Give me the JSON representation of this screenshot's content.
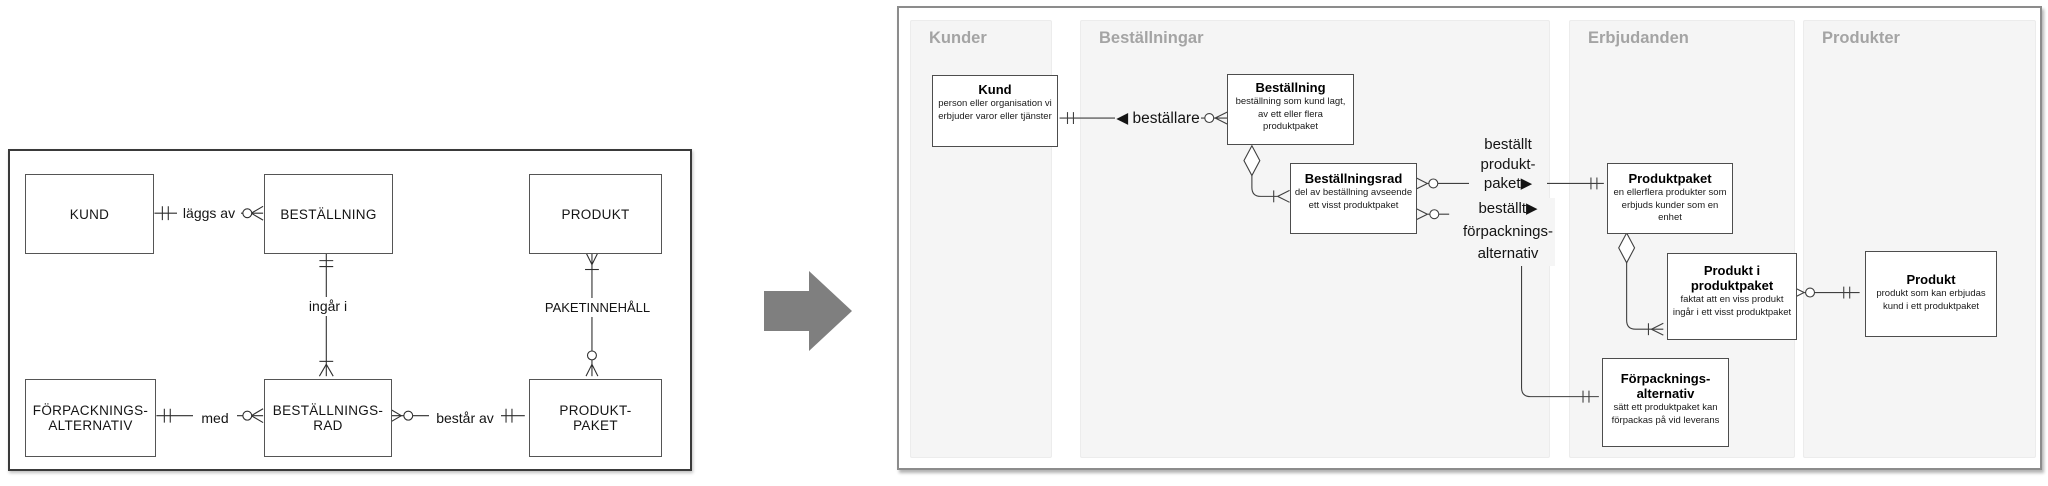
{
  "source_diagram": {
    "entities": [
      "KUND",
      "BESTÄLLNING",
      "PRODUKT",
      "FÖRPACKNINGS-\nALTERNATIV",
      "BESTÄLLNINGS-\nRAD",
      "PRODUKT-\nPAKET"
    ],
    "relations": {
      "laggs_av": "läggs av",
      "ingar_i": "ingår i",
      "paketinnehall": "PAKETINNEHÅLL",
      "med": "med",
      "bestar_av": "består av"
    }
  },
  "transform_arrow": {
    "direction": "right",
    "color": "#7f7f7f"
  },
  "target_diagram": {
    "lanes": [
      "Kunder",
      "Beställningar",
      "Erbjudanden",
      "Produkter"
    ],
    "entities": {
      "kund": {
        "title": "Kund",
        "description": "person eller organisation vi erbjuder varor eller tjänster"
      },
      "bestallning": {
        "title": "Beställning",
        "description": "beställning som kund lagt, av ett eller flera produktpaket"
      },
      "bestallningsrad": {
        "title": "Beställningsrad",
        "description": "del av beställning avseende ett visst produktpaket"
      },
      "produktpaket": {
        "title": "Produktpaket",
        "description": "en ellerflera produkter som erbjuds kunder som en enhet"
      },
      "produkt_i_produktpaket": {
        "title": "Produkt i\nproduktpaket",
        "description": "faktat att en viss produkt ingår i ett visst produktpaket"
      },
      "produkt": {
        "title": "Produkt",
        "description": "produkt som kan erbjudas kund i ett produktpaket"
      },
      "forpackningsalternativ": {
        "title": "Förpacknings-\nalternativ",
        "description": "sätt ett produktpaket kan förpackas på vid leverans"
      }
    },
    "relations": {
      "bestallare": "◀ beställare",
      "bestallt_produktpaket": "beställt\nprodukt-\npaket▶",
      "bestallt_forpackningsalternativ": "beställt▶\nförpacknings-\nalternativ"
    }
  },
  "colors": {
    "arrow_gray": "#7f7f7f",
    "lane_background": "#f5f5f5",
    "lane_header_text": "#a4a4a4",
    "connector_line": "#3f3f3f"
  }
}
